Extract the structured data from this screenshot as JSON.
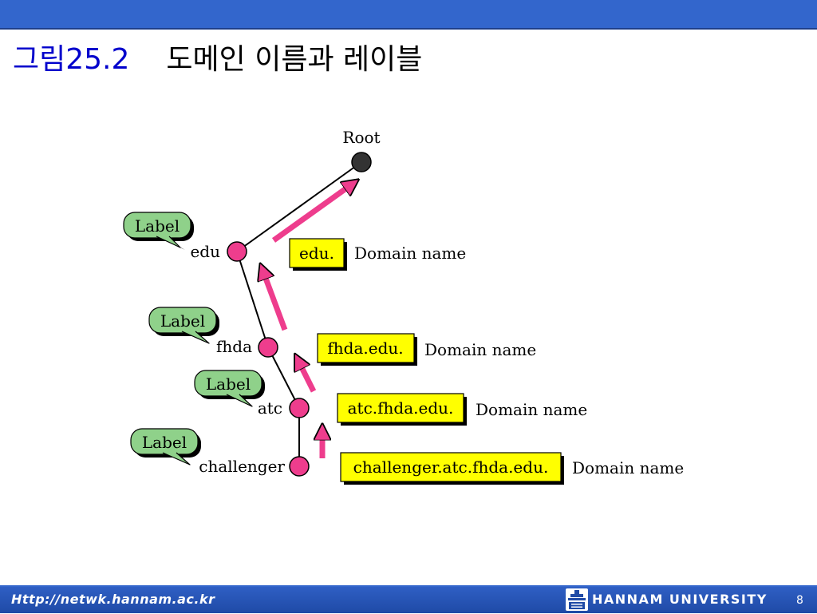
{
  "slide": {
    "figure_number": "그림25.2",
    "title": "도메인 이름과 레이블"
  },
  "diagram": {
    "root_label": "Root",
    "nodes": [
      {
        "label": "edu",
        "bubble": "Label",
        "domain": "edu.",
        "domain_caption": "Domain name"
      },
      {
        "label": "fhda",
        "bubble": "Label",
        "domain": "fhda.edu.",
        "domain_caption": "Domain name"
      },
      {
        "label": "atc",
        "bubble": "Label",
        "domain": "atc.fhda.edu.",
        "domain_caption": "Domain name"
      },
      {
        "label": "challenger",
        "bubble": "Label",
        "domain": "challenger.atc.fhda.edu.",
        "domain_caption": "Domain name"
      }
    ],
    "colors": {
      "node": "#ee3d8d",
      "root": "#333333",
      "arrow": "#ee3d8d",
      "bubble": "#8fd18a",
      "domain_box": "#ffff00"
    }
  },
  "footer": {
    "url": "Http://netwk.hannam.ac.kr",
    "university": "HANNAM UNIVERSITY",
    "page": "8"
  }
}
